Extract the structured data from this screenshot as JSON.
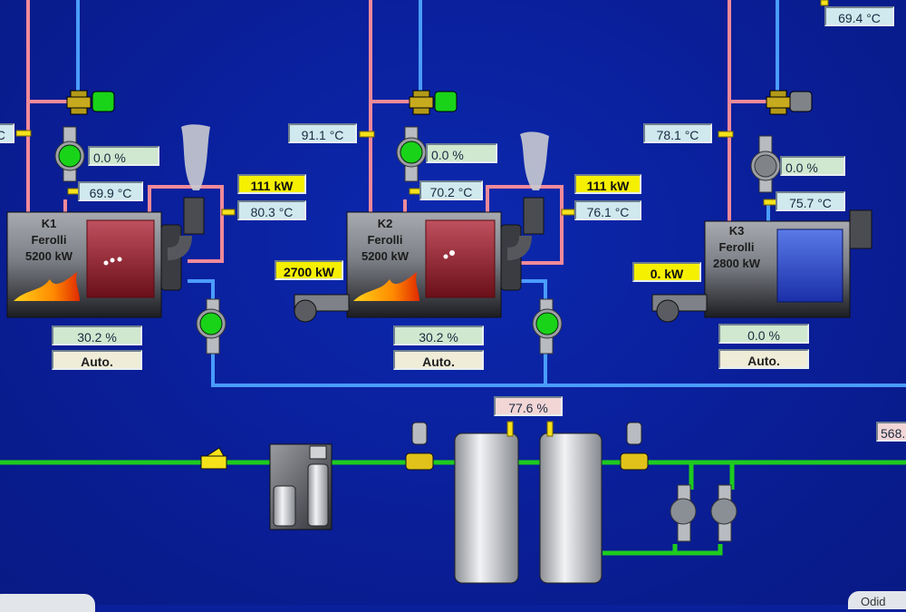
{
  "boilers": [
    {
      "id": "K1",
      "name": "Ferolli",
      "capacity": "5200 kW",
      "load": "30.2 %",
      "mode": "Auto.",
      "pump_speed": "0.0 %",
      "return_temp": "69.9 °C",
      "flue_power": "111 kW",
      "flue_temp": "80.3 °C",
      "supply_temp": "",
      "burner_power": "",
      "state": "firing",
      "pump_status": "running",
      "valve_status": "open"
    },
    {
      "id": "K2",
      "name": "Ferolli",
      "capacity": "5200 kW",
      "load": "30.2 %",
      "mode": "Auto.",
      "pump_speed": "0.0 %",
      "return_temp": "70.2 °C",
      "flue_power": "111 kW",
      "flue_temp": "76.1 °C",
      "supply_temp": "91.1 °C",
      "burner_power": "2700 kW",
      "state": "firing",
      "pump_status": "running",
      "valve_status": "open"
    },
    {
      "id": "K3",
      "name": "Ferolli",
      "capacity": "2800 kW",
      "load": "0.0 %",
      "mode": "Auto.",
      "pump_speed": "0.0 %",
      "return_temp": "75.7 °C",
      "flue_power": "",
      "flue_temp": "",
      "supply_temp": "78.1 °C",
      "burner_power": "0. kW",
      "state": "off",
      "pump_status": "stopped",
      "valve_status": "closed"
    }
  ],
  "top_right_temp": "69.4 °C",
  "left_edge_temp_partial": "°C",
  "tank_level": "77.6 %",
  "right_edge_value_partial": "568.",
  "bottom_right_tab_partial": "Odid",
  "bottom_left_tab_partial": "",
  "colors": {
    "background": "#0a1f9a",
    "supply_pipe": "#f08a9a",
    "return_pipe": "#4a9cff",
    "water_pipe": "#1ecb1e",
    "pump_running": "#19d319",
    "pump_stopped": "#8a8f96",
    "kw_box": "#f5ef00",
    "temp_box": "#cfe9ee",
    "pct_box": "#cfe8cf"
  }
}
